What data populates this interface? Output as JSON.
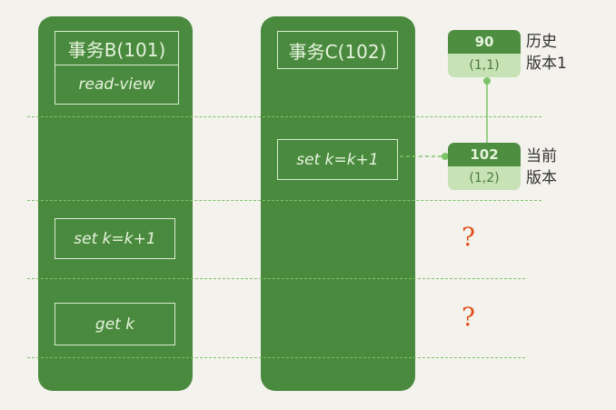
{
  "transaction_b": {
    "header": "事务B(101)",
    "subheader": "read-view",
    "step2": "set k=k+1",
    "step3": "get k"
  },
  "transaction_c": {
    "header": "事务C(102)",
    "step1": "set k=k+1"
  },
  "versions": {
    "history": {
      "value": "90",
      "trx": "(1,1)",
      "label_line1": "历史",
      "label_line2": "版本1"
    },
    "current": {
      "value": "102",
      "trx": "(1,2)",
      "label_line1": "当前",
      "label_line2": "版本"
    }
  },
  "unknowns": {
    "q1": "?",
    "q2": "?"
  },
  "colors": {
    "column": "#4a8a3e",
    "dash": "#7cc46a",
    "question": "#e0531f"
  }
}
